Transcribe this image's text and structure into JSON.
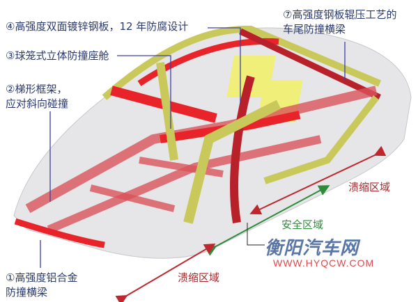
{
  "diagram": {
    "subject": "car body safety structure",
    "labels": [
      {
        "id": "4",
        "text": "④高强度双面镀锌钢板，12 年防腐设计"
      },
      {
        "id": "3",
        "text": "③球笼式立体防撞座舱"
      },
      {
        "id": "2a",
        "text": "②梯形框架，"
      },
      {
        "id": "2b",
        "text": "应对斜向碰撞"
      },
      {
        "id": "7a",
        "text": "⑦高强度钢板辊压工艺的"
      },
      {
        "id": "7b",
        "text": "车尾防撞横梁"
      },
      {
        "id": "1a",
        "text": "①高强度铝合金"
      },
      {
        "id": "1b",
        "text": "防撞横梁"
      }
    ],
    "zones": {
      "crumple_rear": "溃缩区域",
      "safe": "安全区域",
      "crumple_front": "溃缩区域"
    },
    "colors": {
      "label": "#2b3a6e",
      "crumple": "#c0272d",
      "safe": "#2e8b3a",
      "leader_line": "#3a3fa8",
      "frame_red": "#e8242a",
      "frame_yellow": "#c9c85a"
    }
  },
  "watermark": {
    "name": "衡阳汽车网",
    "url": "WWW.HYQCW.COM"
  }
}
